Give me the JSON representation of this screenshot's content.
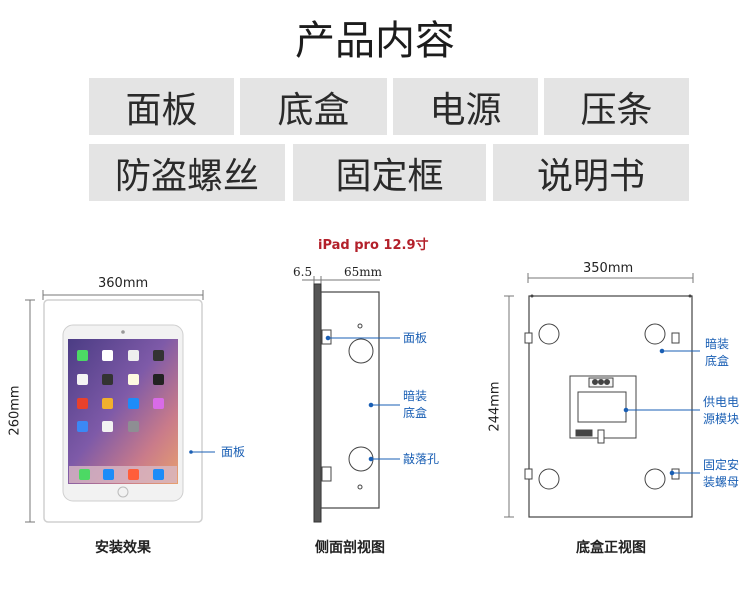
{
  "title": "产品内容",
  "row1": [
    "面板",
    "底盒",
    "电源",
    "压条"
  ],
  "row2": [
    "防盗螺丝",
    "固定框",
    "说明书"
  ],
  "model": "iPad pro 12.9寸",
  "view1": {
    "width": "360mm",
    "height": "260mm",
    "label": "面板",
    "caption": "安装效果"
  },
  "view2": {
    "dim_a": "6.5",
    "dim_b": "65mm",
    "label_panel": "面板",
    "label_box_1": "暗装",
    "label_box_2": "底盒",
    "label_knock": "敲落孔",
    "caption": "侧面剖视图"
  },
  "view3": {
    "width": "350mm",
    "height": "244mm",
    "label_box_1": "暗装",
    "label_box_2": "底盒",
    "label_power_1": "供电电",
    "label_power_2": "源模块",
    "label_nut_1": "固定安",
    "label_nut_2": "装螺母",
    "caption": "底盒正视图"
  },
  "colors": {
    "cell_bg": "#e4e4e4",
    "label_blue": "#1a5fb4",
    "model_red": "#b3202a"
  }
}
